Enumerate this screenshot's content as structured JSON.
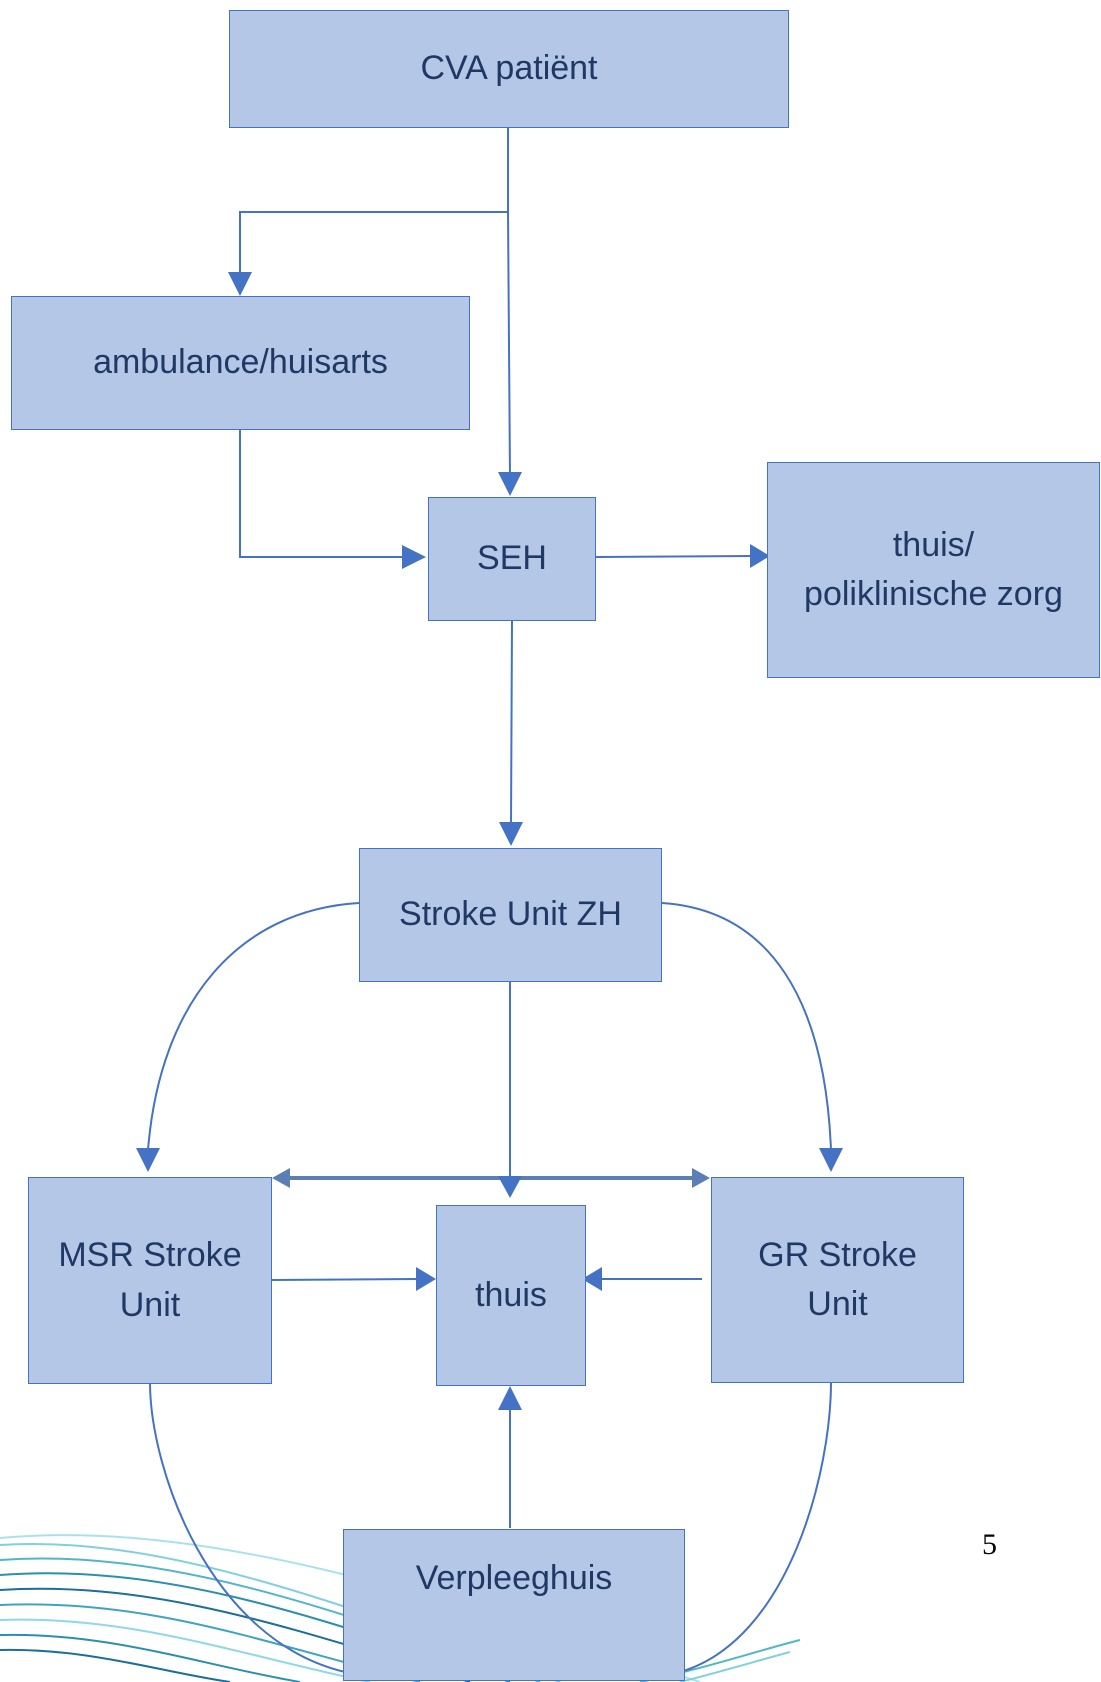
{
  "nodes": {
    "cva": "CVA patiënt",
    "ambulance": "ambulance/huisarts",
    "seh": "SEH",
    "thuis_poli": "thuis/\npoliklinische zorg",
    "stroke_unit": "Stroke Unit ZH",
    "msr": "MSR Stroke\nUnit",
    "thuis": "thuis",
    "gr": "GR Stroke\nUnit",
    "verpleeghuis": "Verpleeghuis"
  },
  "page_number": "5",
  "colors": {
    "box_fill": "#b4c7e7",
    "box_border": "#4472c4",
    "connector": "#4472c4",
    "text": "#1f3864"
  },
  "edges": [
    {
      "from": "cva",
      "to": "ambulance"
    },
    {
      "from": "cva",
      "to": "seh"
    },
    {
      "from": "ambulance",
      "to": "seh"
    },
    {
      "from": "seh",
      "to": "thuis_poli"
    },
    {
      "from": "seh",
      "to": "stroke_unit"
    },
    {
      "from": "stroke_unit",
      "to": "msr"
    },
    {
      "from": "stroke_unit",
      "to": "thuis"
    },
    {
      "from": "stroke_unit",
      "to": "gr"
    },
    {
      "from": "msr",
      "to": "gr",
      "bidirectional": true
    },
    {
      "from": "msr",
      "to": "thuis"
    },
    {
      "from": "gr",
      "to": "thuis"
    },
    {
      "from": "verpleeghuis",
      "to": "thuis"
    },
    {
      "from": "msr",
      "to": "verpleeghuis"
    },
    {
      "from": "gr",
      "to": "verpleeghuis"
    }
  ]
}
